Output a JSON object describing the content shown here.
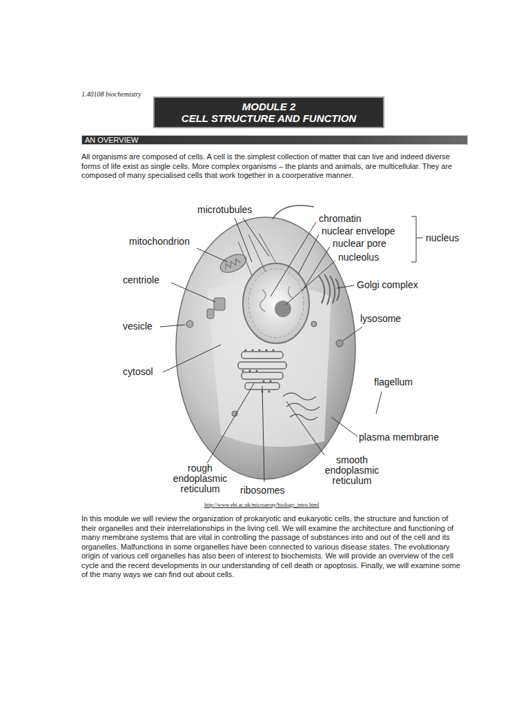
{
  "diagram": {
    "nodes": [
      {
        "text": [
          "MODULE 2",
          "CELL STRUCTURE AND FUNCTION"
        ]
      },
      {
        "text": [
          "AN OVERVIEW"
        ]
      }
    ],
    "labels": [
      "1.40108 biochemistry",
      "All organisms are composed of cells. A cell is the simplest collection of matter that can live and indeed diverse forms of life exist as single cells. More complex organisms – the plants and animals, are multicellular. They are composed of many specialised cells that work together in a coorperative manner.",
      "microtubules",
      "mitochondrion",
      "centriole",
      "vesicle",
      "cytosol",
      "chromatin",
      "nuclear envelope",
      "nuclear pore",
      "nucleolus",
      "nucleus",
      "Golgi complex",
      "lysosome",
      "flagellum",
      "plasma membrane",
      "rough endoplasmic reticulum",
      "ribosomes",
      "smooth endoplasmic reticulum",
      "http://www.ebi.ac.uk/microarray/biology_intro.html",
      "In this module we will review the organization of prokaryotic and eukaryotic cells, the structure and function of their organelles and their interrelationships in the living cell. We will examine the architecture and functioning of many membrane systems that are vital in controlling the passage of substances into and out of the cell and its organelles. Malfunctions in some organelles have been connected to various disease states. The evolutionary origin of various cell organelles has also been of interest to biochemists. We will provide an overview of the cell cycle and the recent developments in our understanding of cell death or apoptosis. Finally, we will examine some of the many ways we can find out about cells."
    ]
  }
}
